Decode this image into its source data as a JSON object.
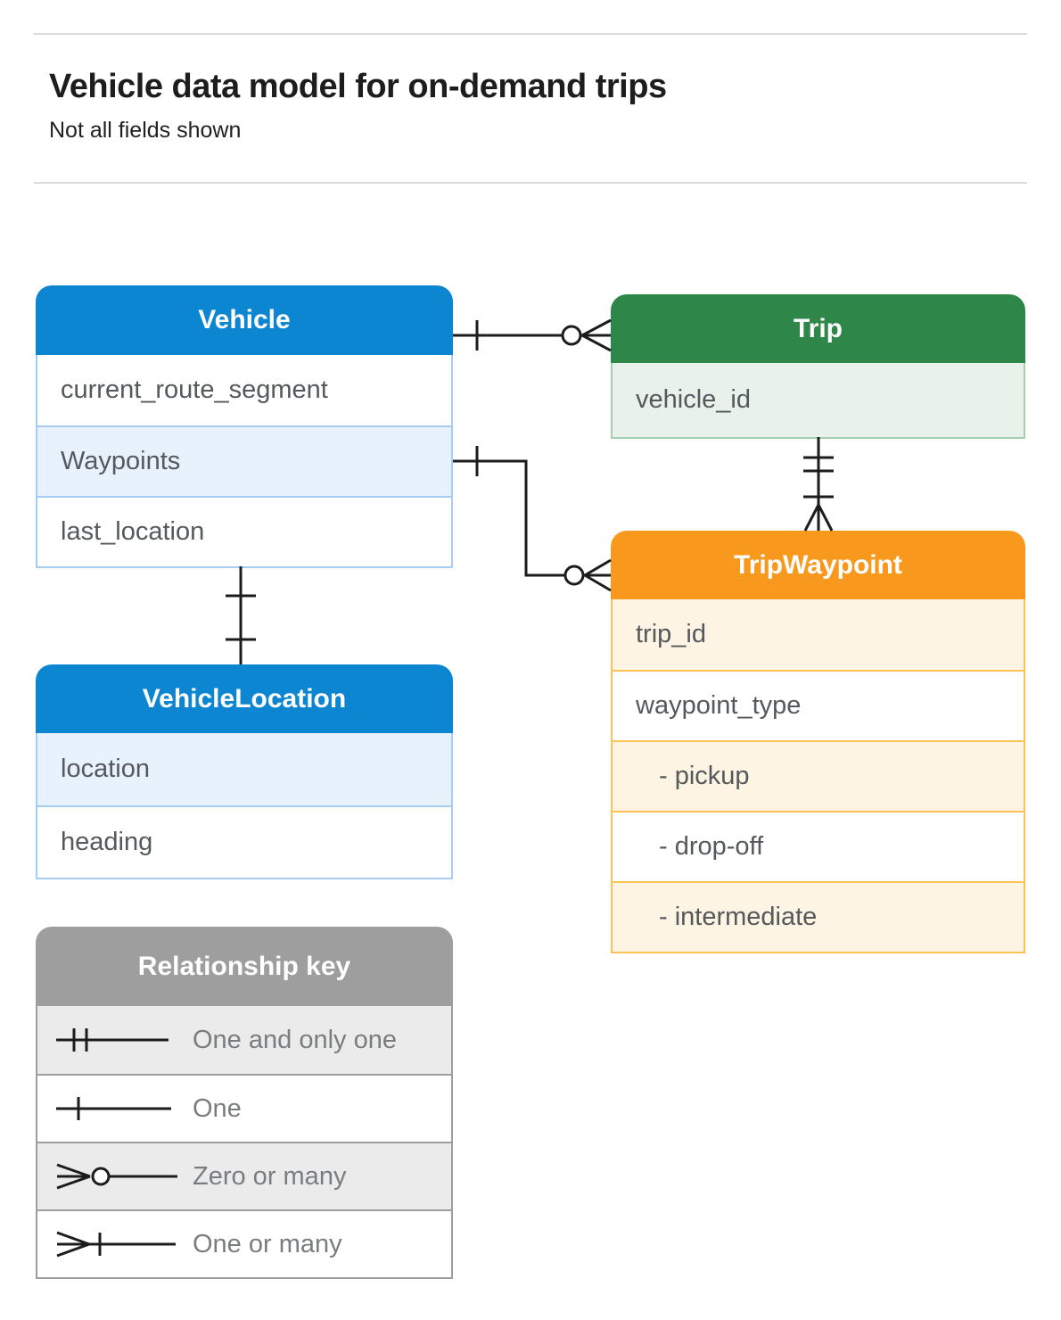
{
  "page": {
    "title": "Vehicle data model for on-demand trips",
    "subtitle": "Not all fields shown"
  },
  "entities": {
    "vehicle": {
      "title": "Vehicle",
      "accent": "#0d86d2",
      "tint": "#e8f2fd",
      "fields": [
        {
          "label": "current_route_segment"
        },
        {
          "label": "Waypoints"
        },
        {
          "label": "last_location"
        }
      ]
    },
    "trip": {
      "title": "Trip",
      "accent": "#2e8648",
      "tint": "#e9f2ea",
      "fields": [
        {
          "label": "vehicle_id"
        }
      ]
    },
    "trip_waypoint": {
      "title": "TripWaypoint",
      "accent": "#f8991d",
      "tint": "#fdf4e3",
      "fields": [
        {
          "label": "trip_id"
        },
        {
          "label": "waypoint_type"
        },
        {
          "label": "- pickup"
        },
        {
          "label": "- drop-off"
        },
        {
          "label": "- intermediate"
        }
      ]
    },
    "vehicle_location": {
      "title": "VehicleLocation",
      "accent": "#0d86d2",
      "tint": "#e8f2fd",
      "fields": [
        {
          "label": "location"
        },
        {
          "label": "heading"
        }
      ]
    }
  },
  "relationships": [
    {
      "from": "Vehicle",
      "to": "Trip",
      "from_cardinality": "one",
      "to_cardinality": "zero-or-many"
    },
    {
      "from": "Vehicle.Waypoints",
      "to": "TripWaypoint",
      "from_cardinality": "one",
      "to_cardinality": "zero-or-many"
    },
    {
      "from": "Trip",
      "to": "TripWaypoint",
      "from_cardinality": "one-and-only-one",
      "to_cardinality": "one-or-many"
    },
    {
      "from": "Vehicle.last_location",
      "to": "VehicleLocation",
      "from_cardinality": "one",
      "to_cardinality": "one"
    }
  ],
  "relationship_key": {
    "title": "Relationship key",
    "items": [
      {
        "icon": "one-and-only-one-icon",
        "label": "One and only one"
      },
      {
        "icon": "one-icon",
        "label": "One"
      },
      {
        "icon": "zero-or-many-icon",
        "label": "Zero or many"
      },
      {
        "icon": "one-or-many-icon",
        "label": "One or many"
      }
    ]
  },
  "colors": {
    "blue_header": "#0d86d2",
    "blue_tint": "#e8f2fd",
    "blue_border": "#a6cdf1",
    "green_header": "#2e8648",
    "green_tint": "#e9f2ea",
    "green_border": "#a5cfad",
    "orange_header": "#f8991d",
    "orange_tint": "#fdf4e3",
    "orange_border": "#fdc455",
    "gray_header": "#9e9e9e",
    "gray_tint": "#ebebeb",
    "field_text": "#55585c",
    "key_text": "#7a7d80",
    "connector": "#1c1c1c"
  }
}
